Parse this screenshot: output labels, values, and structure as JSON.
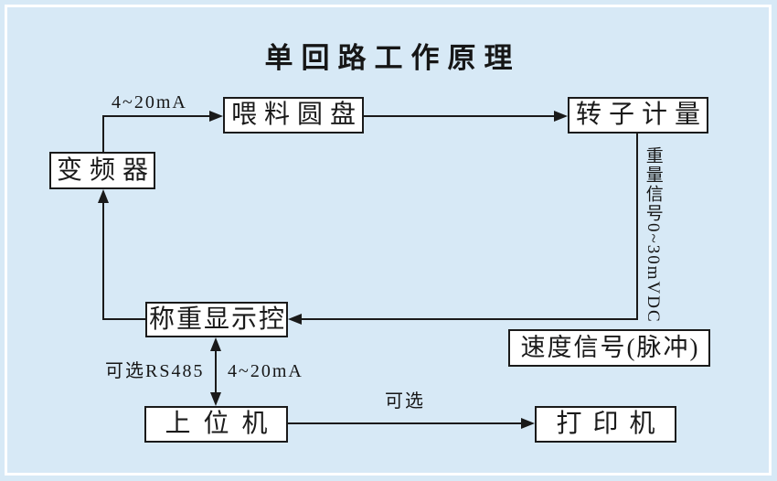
{
  "title": "单回路工作原理",
  "colors": {
    "background": "#d7e9f6",
    "frame": "#ffffff",
    "box_fill": "#ffffff",
    "box_border": "#1a1a1a",
    "line": "#1a1a1a",
    "text": "#161616"
  },
  "nodes": {
    "feeder": {
      "label": "喂料圆盘"
    },
    "rotor": {
      "label": "转子计量"
    },
    "inverter": {
      "label": "变频器"
    },
    "weigher": {
      "label": "称重显示控"
    },
    "speed": {
      "label": "速度信号(脉冲)"
    },
    "host": {
      "label": "上位机"
    },
    "printer": {
      "label": "打印机"
    }
  },
  "edge_labels": {
    "inverter_to_feeder": "4~20mA",
    "weight_signal": "重量信号0~30mVDC",
    "rs485_option": "可选RS485",
    "weigher_host_current": "4~20mA",
    "printer_option": "可选"
  }
}
